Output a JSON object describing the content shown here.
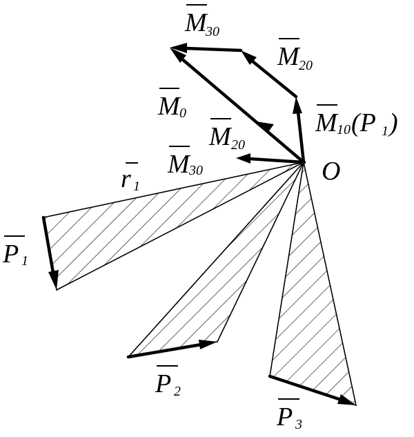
{
  "labels": {
    "M30_top": {
      "main": "M",
      "sub": "30"
    },
    "M20_top": {
      "main": "M",
      "sub": "20"
    },
    "M0": {
      "main": "M",
      "sub": "0"
    },
    "M10": {
      "main": "M",
      "sub": "10",
      "suffix_open": "(P",
      "suffix_sub": "1",
      "suffix_close": ")"
    },
    "M20_mid": {
      "main": "M",
      "sub": "20"
    },
    "M30_mid": {
      "main": "M",
      "sub": "30"
    },
    "O": "O",
    "r1": {
      "main": "r",
      "sub": "1"
    },
    "P1": {
      "main": "P",
      "sub": "1"
    },
    "P2": {
      "main": "P",
      "sub": "2"
    },
    "P3": {
      "main": "P",
      "sub": "3"
    }
  }
}
